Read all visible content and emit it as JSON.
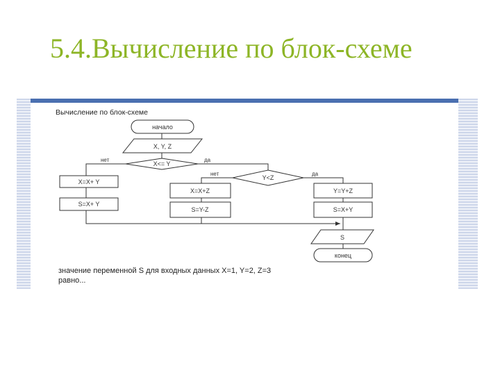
{
  "slide": {
    "title": "5.4.Вычисление по блок-схеме"
  },
  "diagram": {
    "header": "Вычисление по блок-схеме",
    "start": "начало",
    "input": "X, Y, Z",
    "cond1": "X<= Y",
    "cond1_no": "нет",
    "cond1_yes": "да",
    "cond2": "Y<Z",
    "cond2_no": "нет",
    "cond2_yes": "да",
    "left_step1": "X=X+ Y",
    "left_step2": "S=X+ Y",
    "mid_step1": "X=X+Z",
    "mid_step2": "S=Y-Z",
    "right_step1": "Y=Y+Z",
    "right_step2": "S=X+Y",
    "output": "S",
    "end": "конец",
    "question_line1": "значение переменной S для входных данных X=1, Y=2, Z=3",
    "question_line2": "равно..."
  }
}
